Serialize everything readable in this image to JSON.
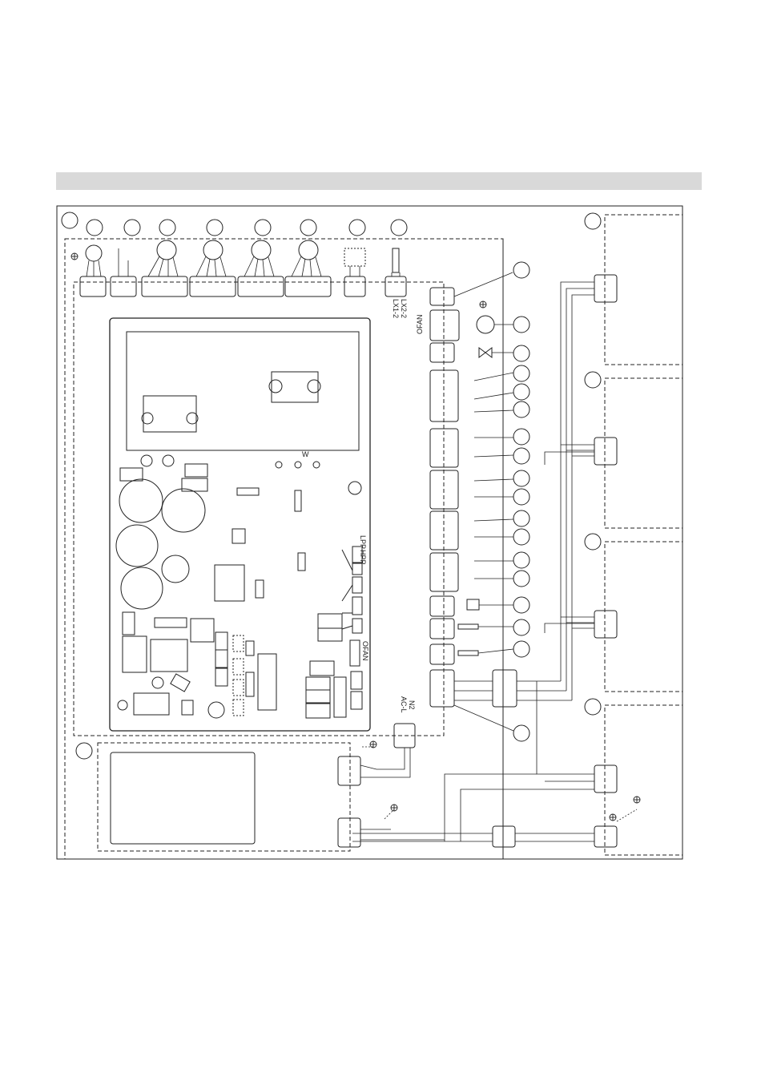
{
  "diagram": {
    "header_bar_text": "",
    "labels": {
      "lx2": "LX2-2",
      "lx1": "LX1-2",
      "ofan_top": "OFAN",
      "lpp": "LPP",
      "hpp": "HPP",
      "ofan_board": "OFAN",
      "w": "W",
      "n2": "N2",
      "acl": "AC-L"
    },
    "colors": {
      "line": "#222222",
      "dash": "#333333",
      "header_bar": "#d9d9d9"
    },
    "icons": [
      "ground-icon",
      "fan-motor-icon",
      "valve-icon",
      "sensor-icon",
      "resistor-icon",
      "connector-icon"
    ]
  }
}
